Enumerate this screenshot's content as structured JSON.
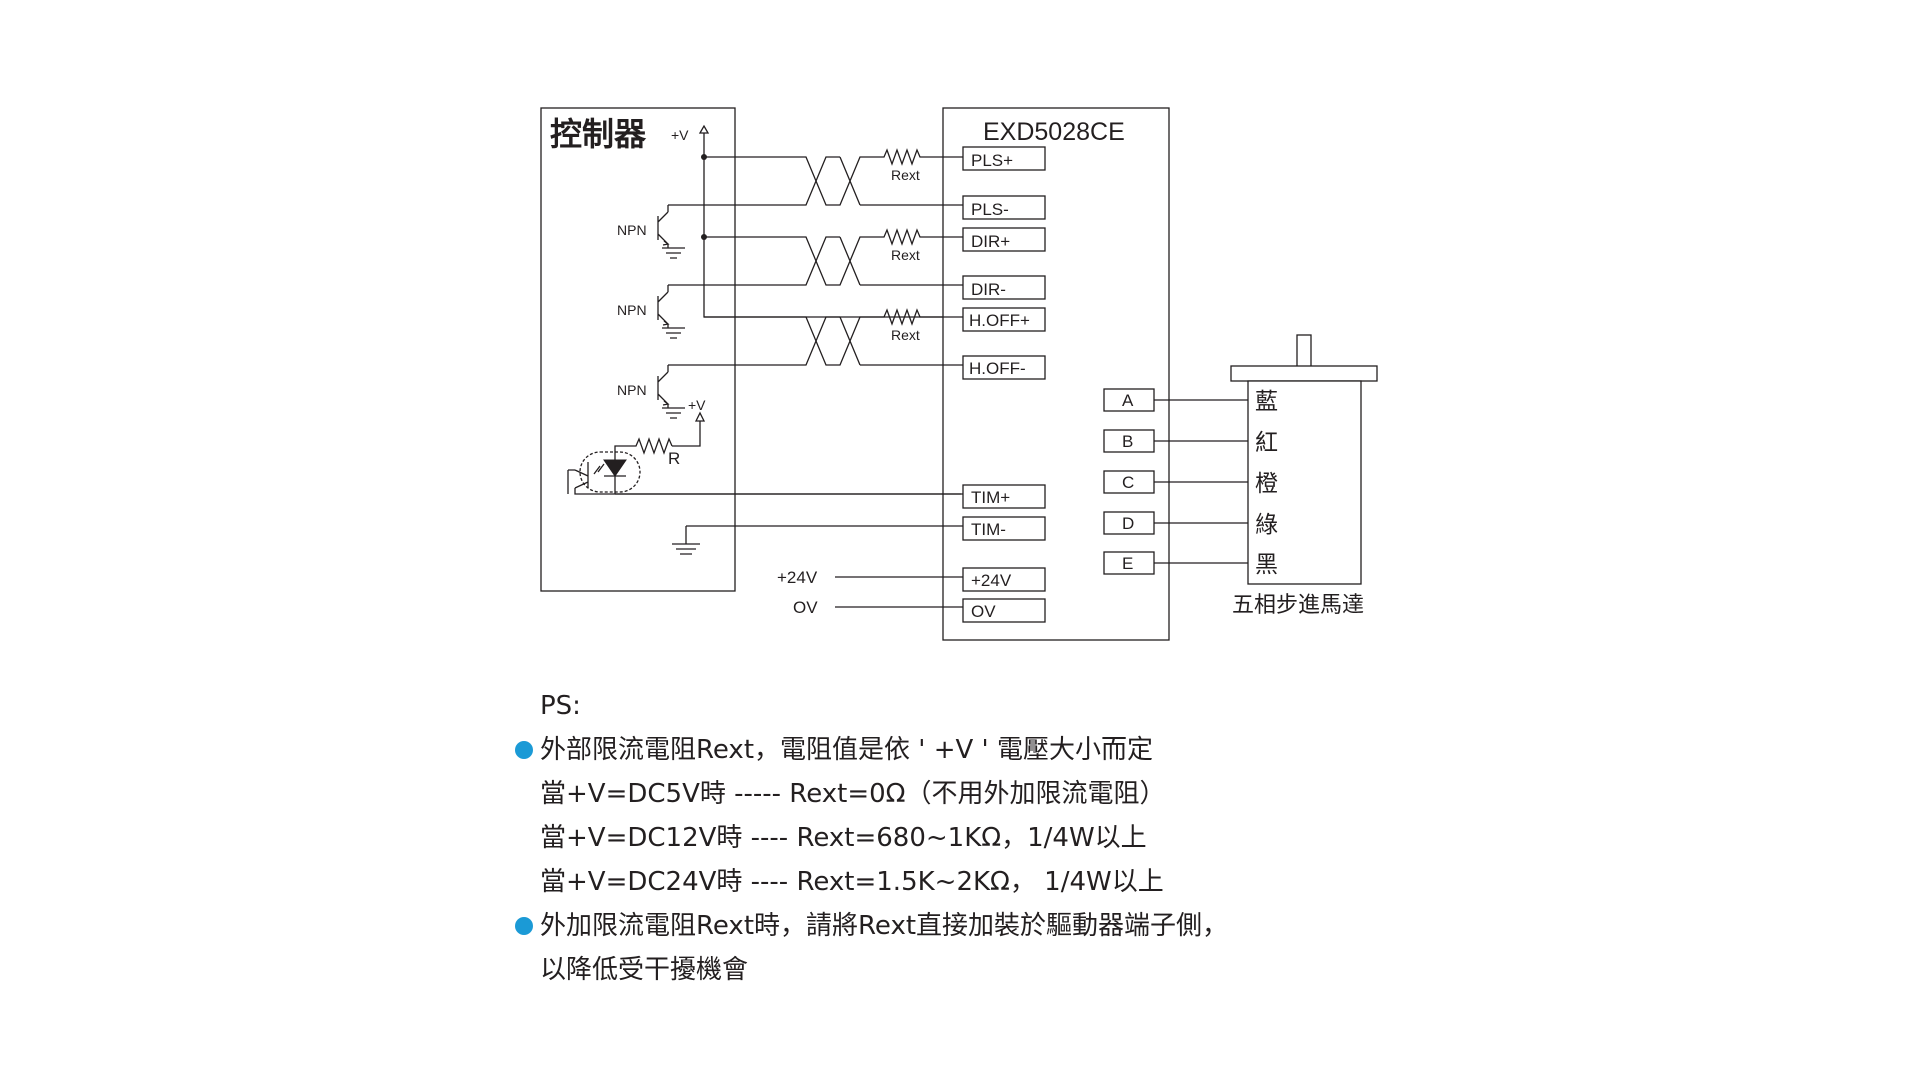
{
  "diagram": {
    "controller_title": "控制器",
    "driver_title": "EXD5028CE",
    "vplus_label": "+V",
    "npn_label": "NPN",
    "rext_label": "Rext",
    "r_label": "R",
    "driver_terminals": {
      "pls_plus": "PLS+",
      "pls_minus": "PLS-",
      "dir_plus": "DIR+",
      "dir_minus": "DIR-",
      "hoff_plus": "H.OFF+",
      "hoff_minus": "H.OFF-",
      "tim_plus": "TIM+",
      "tim_minus": "TIM-",
      "v24": "+24V",
      "ov": "OV"
    },
    "power_labels": {
      "v24": "+24V",
      "ov": "OV"
    },
    "motor_terminals": [
      "A",
      "B",
      "C",
      "D",
      "E"
    ],
    "wire_colors": [
      "藍",
      "紅",
      "橙",
      "綠",
      "黑"
    ],
    "motor_label": "五相步進馬達"
  },
  "notes": {
    "heading": "PS:",
    "bullet_color": "#1b9ad6",
    "lines": [
      {
        "bullet": true,
        "text": "外部限流電阻Rext，電阻值是依 ' +V ' 電壓大小而定"
      },
      {
        "bullet": false,
        "text": "當+V=DC5V時 ----- Rext=0Ω（不用外加限流電阻）"
      },
      {
        "bullet": false,
        "text": "當+V=DC12V時 ---- Rext=680~1KΩ，1/4W以上"
      },
      {
        "bullet": false,
        "text": "當+V=DC24V時 ---- Rext=1.5K~2KΩ， 1/4W以上"
      },
      {
        "bullet": true,
        "text": "外加限流電阻Rext時，請將Rext直接加裝於驅動器端子側，"
      },
      {
        "bullet": false,
        "text": "以降低受干擾機會"
      }
    ]
  }
}
